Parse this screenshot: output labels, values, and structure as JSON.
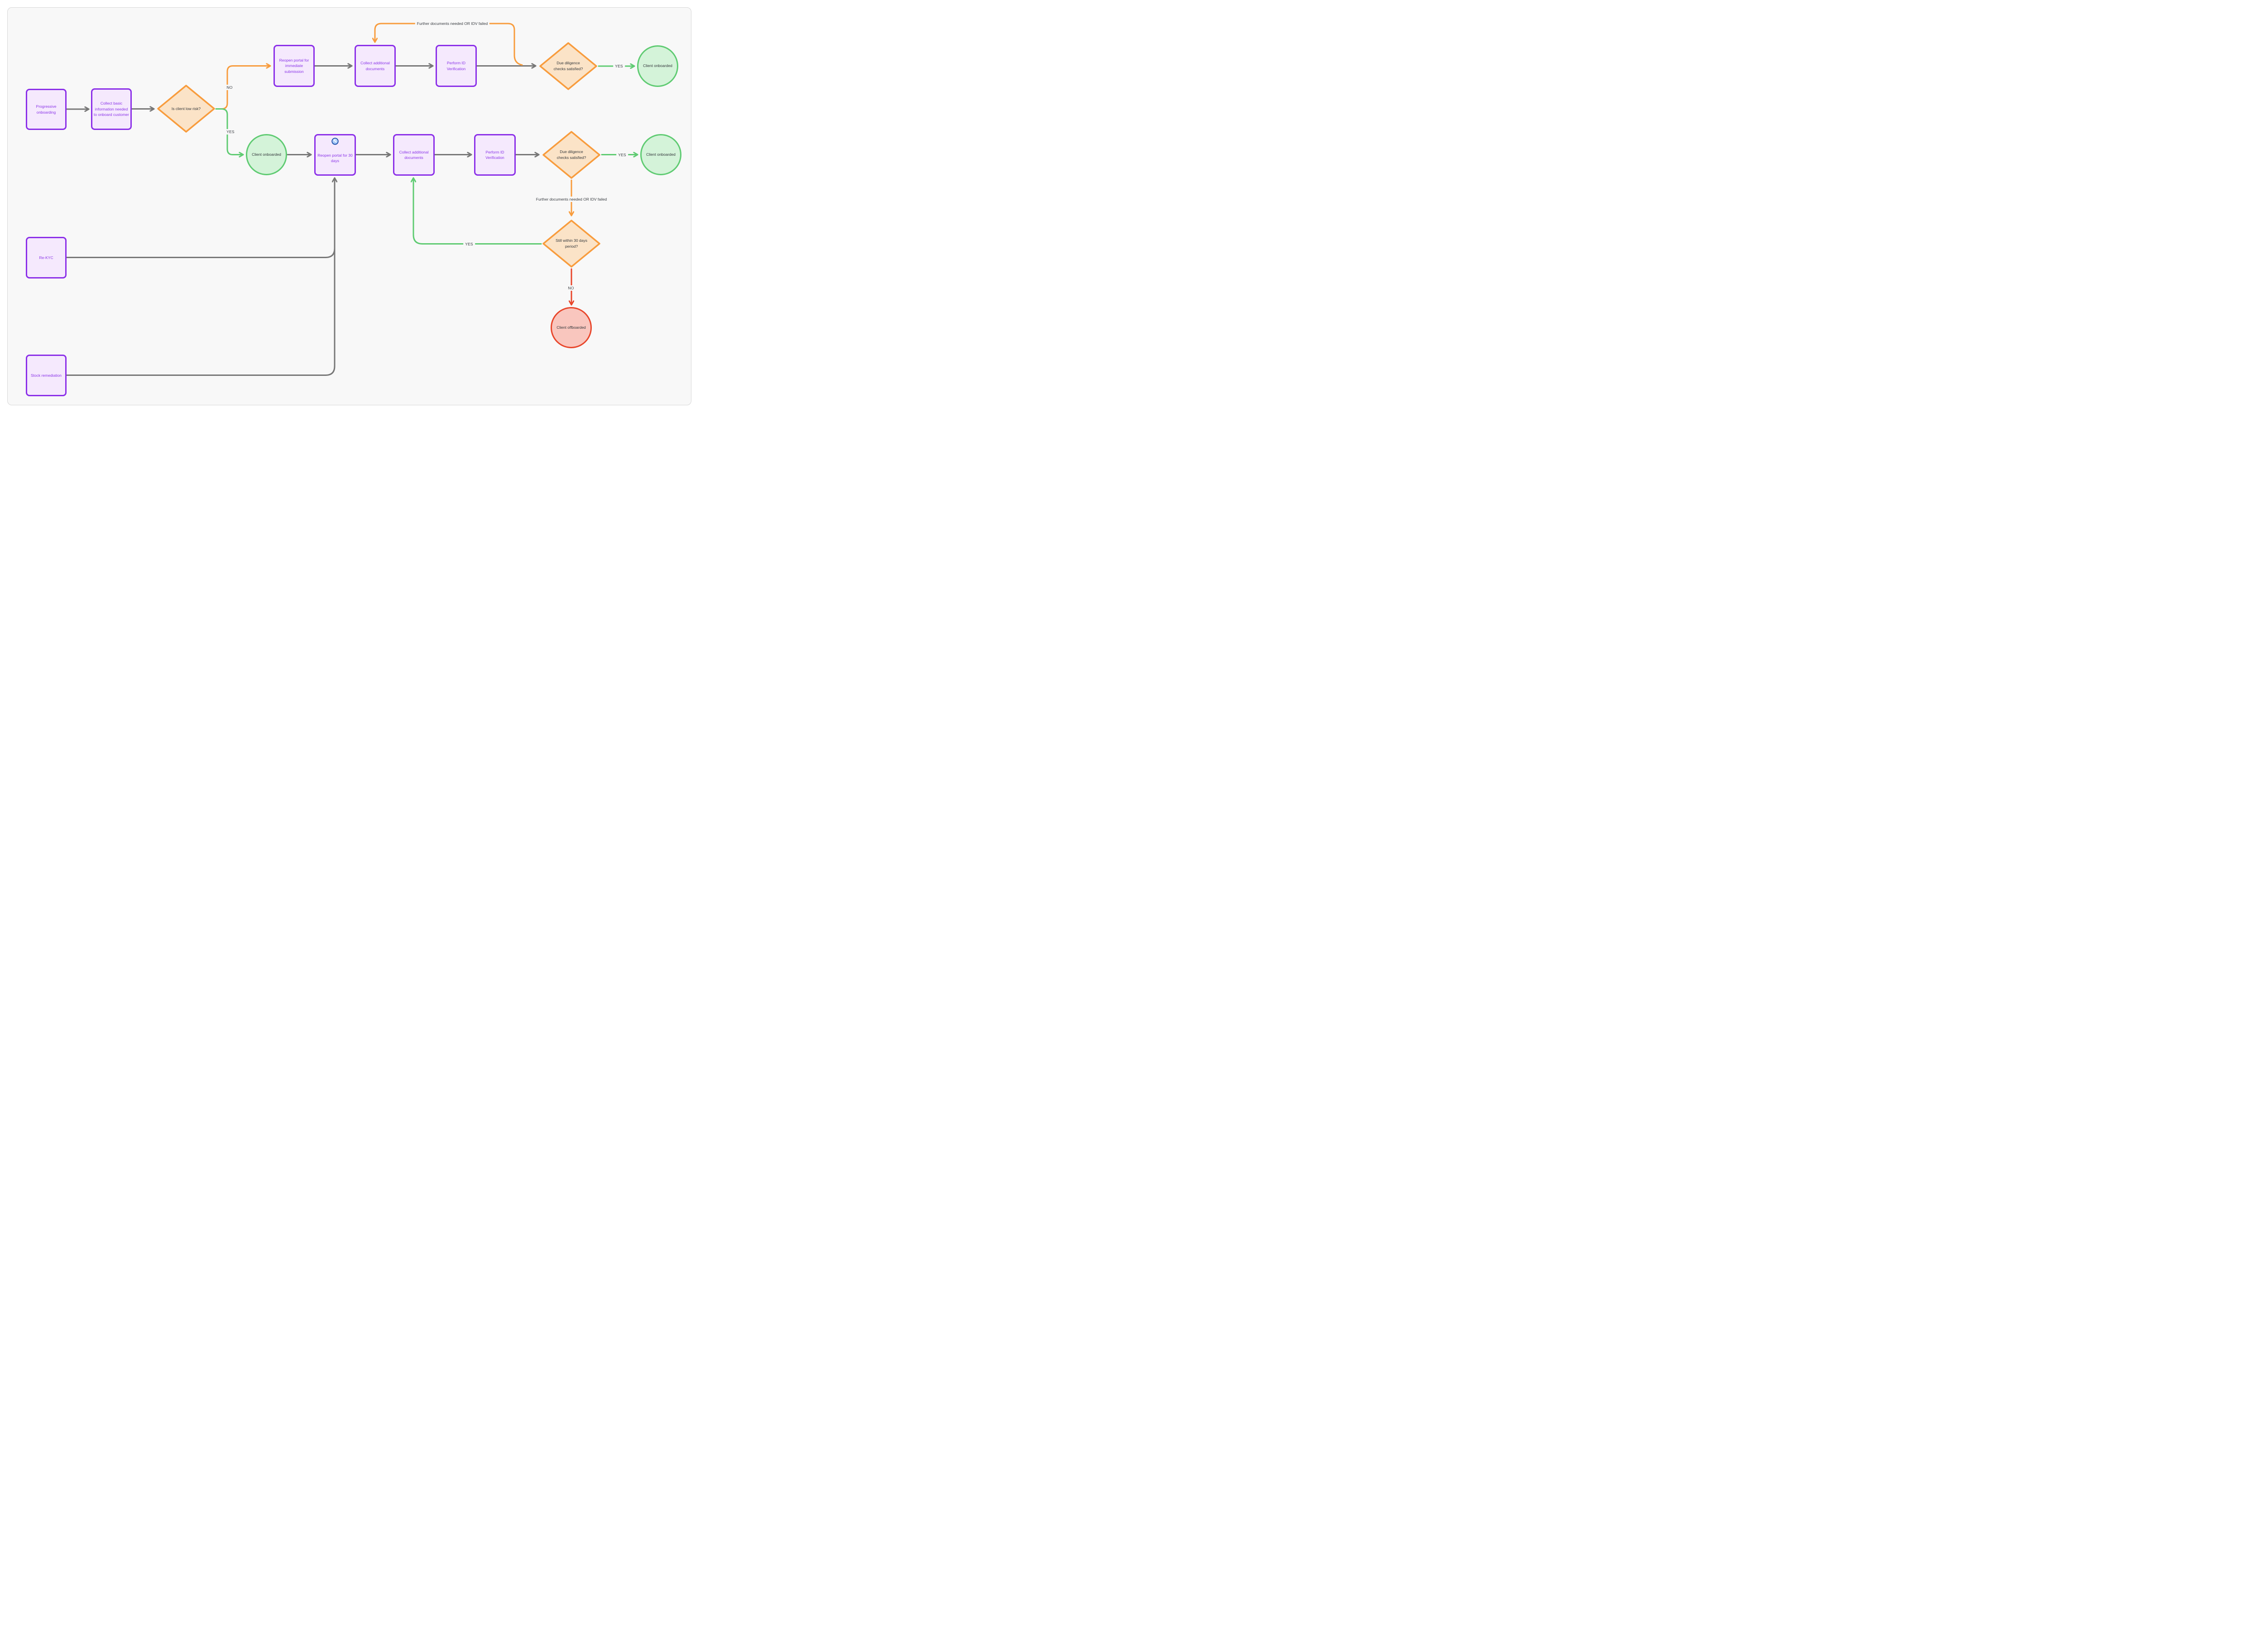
{
  "diagram": {
    "title_hint": "Progressive onboarding KYC flowchart",
    "colors": {
      "page_background": "#ffffff",
      "panel_fill": "#f8f8f8",
      "panel_border": "#d7d7d7",
      "process_border": "#8b2fe8",
      "process_fill": "#f5e9fd",
      "process_text": "#8b35e8",
      "decision_border": "#f89c3d",
      "decision_fill": "#fbe3c7",
      "terminal_ok_border": "#5fcb72",
      "terminal_ok_fill": "#d4f3d9",
      "terminal_fail_border": "#e8462b",
      "terminal_fail_fill": "#f9c6be",
      "edge_gray": "#777777",
      "edge_orange": "#f89c3d",
      "edge_green": "#5fcb72",
      "edge_red": "#e8462b",
      "edge_label_text": "#393d42"
    },
    "nodes": {
      "progressive_onboarding": {
        "label": "Progressive onboarding",
        "type": "process"
      },
      "collect_basic_info": {
        "label": "Collect basic information needed to onboard customer",
        "type": "process"
      },
      "is_client_low_risk": {
        "label": "Is client low risk?",
        "type": "decision"
      },
      "reopen_portal_immediate": {
        "label": "Reopen portal for immediate submission",
        "type": "process"
      },
      "collect_additional_documents_top": {
        "label": "Collect additional documents",
        "type": "process"
      },
      "perform_id_verification_top": {
        "label": "Perform ID Verification",
        "type": "process"
      },
      "due_diligence_checks_top": {
        "label": "Due diligence checks satisfied?",
        "type": "decision"
      },
      "client_onboarded_top": {
        "label": "Client onboarded",
        "type": "terminal-success"
      },
      "client_onboarded_mid": {
        "label": "Client onboarded",
        "type": "terminal-success"
      },
      "reopen_portal_30_days": {
        "label": "Reopen portal for 30 days",
        "type": "process",
        "icon": "clock-icon"
      },
      "collect_additional_documents_mid": {
        "label": "Collect additional documents",
        "type": "process"
      },
      "perform_id_verification_mid": {
        "label": "Perform ID Verification",
        "type": "process"
      },
      "due_diligence_checks_mid": {
        "label": "Due diligence checks satisfied?",
        "type": "decision"
      },
      "client_onboarded_right": {
        "label": "Client onboarded",
        "type": "terminal-success"
      },
      "still_within_30_days": {
        "label": "Still within 30 days period?",
        "type": "decision"
      },
      "client_offboarded": {
        "label": "Client offboarded",
        "type": "terminal-fail"
      },
      "re_kyc": {
        "label": "Re-KYC",
        "type": "process"
      },
      "stock_remediation": {
        "label": "Stock remediation",
        "type": "process"
      }
    },
    "edge_labels": {
      "low_risk_no": "NO",
      "low_risk_yes": "YES",
      "further_docs_top": "Further documents needed OR IDV failed",
      "due_diligence_top_yes": "YES",
      "due_diligence_mid_yes": "YES",
      "further_docs_mid": "Further documents needed OR IDV failed",
      "still_within_yes": "YES",
      "still_within_no": "NO"
    }
  }
}
